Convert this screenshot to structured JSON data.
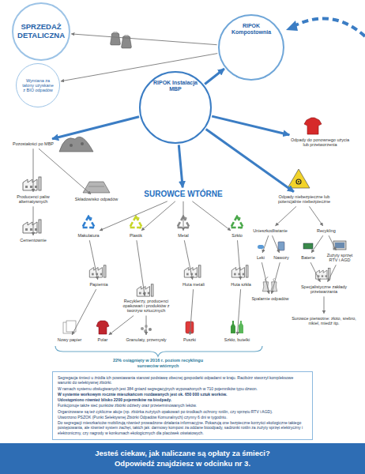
{
  "diagram": {
    "nodes": [
      {
        "text": [
          "SPRZEDAŻ DETALICZNA"
        ]
      },
      {
        "text": [
          "RIPOK Kompostownia"
        ]
      },
      {
        "text": [
          "Wymiana za talony uzyskane z BIO odpadów"
        ]
      },
      {
        "text": [
          "RIPOK Instalacja MBP"
        ]
      },
      {
        "text": [
          "Odpady do ponownego użycia lub przetworzenia"
        ]
      },
      {
        "text": [
          "Pozostałości po MBP"
        ]
      },
      {
        "text": [
          "Producenci paliw alternatywnych"
        ]
      },
      {
        "text": [
          "Składowisko odpadów"
        ]
      },
      {
        "text": [
          "Cementownie"
        ]
      },
      {
        "text": [
          "SUROWCE WTÓRNE"
        ]
      },
      {
        "text": [
          "Odpady niebezpieczne lub potencjalnie niebezpieczne"
        ]
      },
      {
        "text": [
          "Makulatura"
        ]
      },
      {
        "text": [
          "Plastik"
        ]
      },
      {
        "text": [
          "Metal"
        ]
      },
      {
        "text": [
          "Szkło"
        ]
      },
      {
        "text": [
          "Unieszkodliwianie"
        ]
      },
      {
        "text": [
          "Recykling"
        ]
      },
      {
        "text": [
          "Leki"
        ]
      },
      {
        "text": [
          "Nawozy"
        ]
      },
      {
        "text": [
          "Baterie"
        ]
      },
      {
        "text": [
          "Zużyty sprzęt RTV i AGD"
        ]
      },
      {
        "text": [
          "Papiernia"
        ]
      },
      {
        "text": [
          "Recyklerzy, producenci opakowań i produktów z tworzyw sztucznych"
        ]
      },
      {
        "text": [
          "Huta metali"
        ]
      },
      {
        "text": [
          "Huta szkła"
        ]
      },
      {
        "text": [
          "Spalarnie odpadów"
        ]
      },
      {
        "text": [
          "Specjalistyczne zakłady przetwarzania"
        ]
      },
      {
        "text": [
          "Nowy papier"
        ]
      },
      {
        "text": [
          "Polar"
        ]
      },
      {
        "text": [
          "Granulaty, przemysły"
        ]
      },
      {
        "text": [
          "Puszki"
        ]
      },
      {
        "text": [
          "Szkło, butelki"
        ]
      },
      {
        "text": [
          "Surowce pierwotne: złoto, srebro, nikiel, miedź itp."
        ]
      },
      {
        "text": [
          "Segregacja śmieci u źródła ich powstawania stanowi podstawę obecnej gospodarki odpadami w kraju. Racibórz stworzył kompleksowe warunki do selektywnej zbiórki.",
          "W ramach systemu obsługiwanych jest 384 gniazd segregacyjnych wyposażonych w 710 pojemników typu dzwon.",
          "W systemie workowym rocznie mieszkańcom rozdawanych jest ok. 650 000 sztuk worków.",
          "Udostępniono również blisko 2200 pojemników na biodpady.",
          "Funkcjonuje także sieć punktów zbiórki odzieży oraz przeterminowanych leków.",
          "Organizowane są też cykliczne akcje (np. zbiórka zużytych opakowań po środkach ochrony roślin, czy sprzętu RTV i AGD).",
          "Utworzono PSZOK (Punkt Selektywnej Zbiórki Odpadów Komunalnych) czynny 6 dni w tygodniu.",
          "Do segregacji mieszkańców mobilizują również prowadzone działania informacyjne. Pokazują one bezpieczne korzyści ekologiczne takiego postępowania, ale również system zachęt, takich jak: darmowy kompost za oddane bioodpady, sadzonki roślin za zużyty sprzęt elektryczny i elektroniczny, czy nagrody w konkursach ekologicznych dla placówek oświatowych."
        ]
      },
      {
        "text": [
          "Jesteś ciekaw, jak naliczane są opłaty za śmieci?",
          "Odpowiedź znajdziesz w odcinku nr 3."
        ]
      }
    ],
    "edges": [
      {
        "from": 3,
        "to": 1,
        "arrow": "to"
      },
      {
        "from": 1,
        "to": 0,
        "arrow": "to"
      },
      {
        "from": 1,
        "to": 2,
        "arrow": "to"
      },
      {
        "from": 3,
        "to": 4,
        "arrow": "to"
      },
      {
        "from": 3,
        "to": 5,
        "arrow": "to"
      },
      {
        "from": 3,
        "to": 9,
        "arrow": "to"
      },
      {
        "from": 3,
        "to": 10,
        "arrow": "to"
      },
      {
        "from": 5,
        "to": 6,
        "arrow": "to"
      },
      {
        "from": 5,
        "to": 7,
        "arrow": "to"
      },
      {
        "from": 6,
        "to": 8,
        "arrow": "to"
      },
      {
        "from": 9,
        "to": 11,
        "arrow": "to"
      },
      {
        "from": 9,
        "to": 12,
        "arrow": "to"
      },
      {
        "from": 9,
        "to": 13,
        "arrow": "to"
      },
      {
        "from": 9,
        "to": 14,
        "arrow": "to"
      },
      {
        "from": 11,
        "to": 21,
        "arrow": "to"
      },
      {
        "from": 12,
        "to": 22,
        "arrow": "to"
      },
      {
        "from": 13,
        "to": 23,
        "arrow": "to"
      },
      {
        "from": 14,
        "to": 24,
        "arrow": "to"
      },
      {
        "from": 21,
        "to": 27,
        "arrow": "to"
      },
      {
        "from": 22,
        "to": 28,
        "arrow": "to"
      },
      {
        "from": 22,
        "to": 29,
        "arrow": "to"
      },
      {
        "from": 23,
        "to": 30,
        "arrow": "to"
      },
      {
        "from": 24,
        "to": 31,
        "arrow": "to"
      },
      {
        "from": 10,
        "to": 15,
        "arrow": "to"
      },
      {
        "from": 10,
        "to": 16,
        "arrow": "to"
      },
      {
        "from": 15,
        "to": 17,
        "arrow": "to"
      },
      {
        "from": 15,
        "to": 18,
        "arrow": "to"
      },
      {
        "from": 16,
        "to": 19,
        "arrow": "to"
      },
      {
        "from": 16,
        "to": 20,
        "arrow": "to"
      },
      {
        "from": 17,
        "to": 25,
        "arrow": "to"
      },
      {
        "from": 18,
        "to": 25,
        "arrow": "to"
      },
      {
        "from": 19,
        "to": 26,
        "arrow": "to"
      },
      {
        "from": 20,
        "to": 26,
        "arrow": "to"
      },
      {
        "from": 26,
        "to": 32,
        "arrow": "to"
      }
    ],
    "labels": [
      "22% osiągnięty w 2016 r. poziom recyklingu surowców wtórnych"
    ]
  }
}
